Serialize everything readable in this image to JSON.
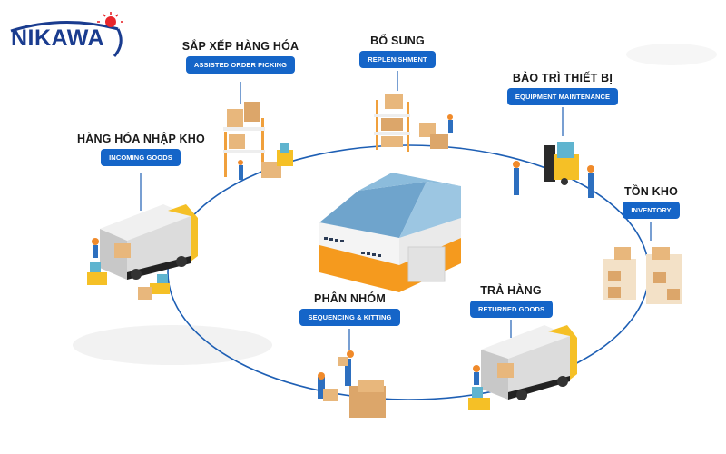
{
  "brand": {
    "name": "NIKAWA",
    "colors": {
      "primary": "#1a3c8f",
      "sun": "#e8262b"
    }
  },
  "colors": {
    "pill": "#1565c8",
    "flow_line": "#1e5fb4",
    "shelf": "#f0a03c",
    "box": "#e8b77c",
    "forklift": "#f5c026",
    "truck_cab": "#f5c026",
    "building_roof": "#7fb2d6",
    "building_band": "#f59a1e"
  },
  "stations": [
    {
      "id": "incoming",
      "vn_label": "HÀNG HÓA NHẬP KHO",
      "en_label": "INCOMING GOODS",
      "illustration": "truck-unloading-icon"
    },
    {
      "id": "order-picking",
      "vn_label": "SẮP XẾP HÀNG HÓA",
      "en_label": "ASSISTED ORDER PICKING",
      "illustration": "shelf-forklift-icon"
    },
    {
      "id": "replenishment",
      "vn_label": "BỔ SUNG",
      "en_label": "REPLENISHMENT",
      "illustration": "shelf-boxes-icon"
    },
    {
      "id": "maintenance",
      "vn_label": "BẢO TRÌ THIẾT BỊ",
      "en_label": "EQUIPMENT MAINTENANCE",
      "illustration": "forklift-workers-icon"
    },
    {
      "id": "inventory",
      "vn_label": "TỒN KHO",
      "en_label": "INVENTORY",
      "illustration": "inventory-shelves-icon"
    },
    {
      "id": "returned",
      "vn_label": "TRẢ HÀNG",
      "en_label": "RETURNED GOODS",
      "illustration": "truck-loading-icon"
    },
    {
      "id": "sequencing",
      "vn_label": "PHÂN NHÓM",
      "en_label": "SEQUENCING & KITTING",
      "illustration": "workers-boxes-icon"
    }
  ],
  "center": {
    "illustration": "warehouse-building-icon"
  }
}
